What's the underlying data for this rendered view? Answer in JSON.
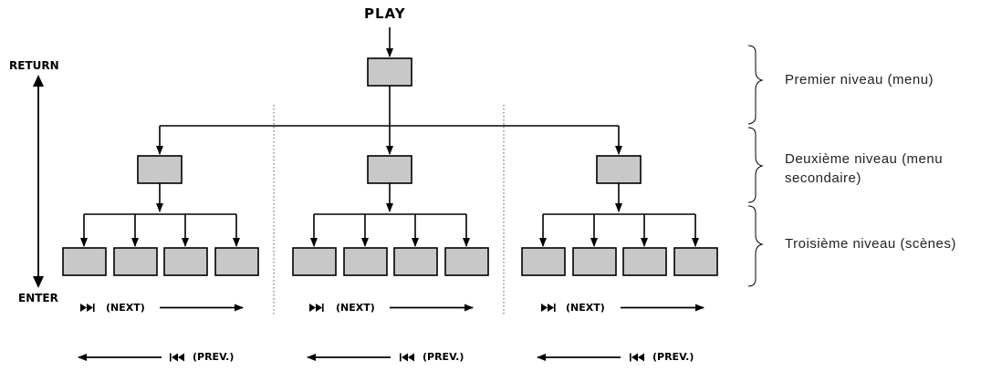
{
  "diagram": {
    "play": "PLAY",
    "return": "RETURN",
    "enter": "ENTER",
    "next_label": "(NEXT)",
    "prev_label": "(PREV.)",
    "next_icon": "skip-forward-icon",
    "prev_icon": "skip-back-icon",
    "levels": [
      "Premier niveau (menu)",
      "Deuxième niveau (menu secondaire)",
      "Troisième niveau (scènes)"
    ],
    "box_fill": "#c8c8c8",
    "line_color": "#000000"
  }
}
